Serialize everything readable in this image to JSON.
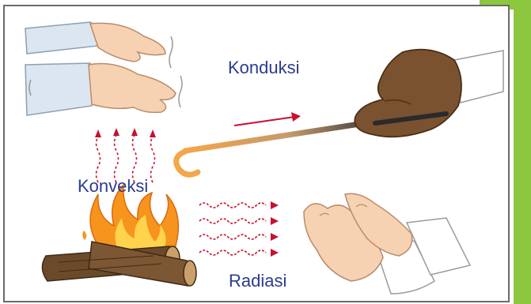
{
  "labels": {
    "conduction": "Konduksi",
    "convection": "Konveksi",
    "radiation": "Radiasi"
  },
  "colors": {
    "label_text": "#2b3b8f",
    "accent_green": "#8dc63f",
    "frame_border": "#6b6b6b",
    "arrow_red": "#c8102e",
    "flame_orange": "#f7941d",
    "rod_orange": "#f5a54a",
    "glove_brown": "#7a5230",
    "log_brown": "#6b4a2a",
    "skin": "#f6d2b3",
    "sleeve_blue": "#d8e4ef"
  },
  "icons": [
    "hands-over-heat-icon",
    "convection-arrows-icon",
    "gloved-hand-icon",
    "metal-rod-icon",
    "conduction-arrow-icon",
    "campfire-icon",
    "radiation-waves-icon",
    "warming-hands-icon"
  ]
}
